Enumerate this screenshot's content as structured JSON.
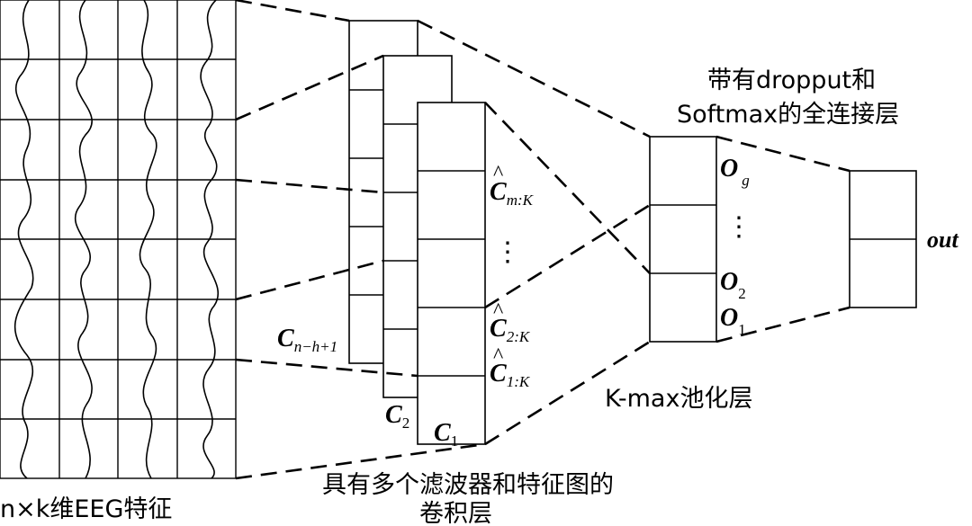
{
  "labels": {
    "input_label": "n×k维EEG特征",
    "conv_label_line1": "具有多个滤波器和特征图的",
    "conv_label_line2": "卷积层",
    "pool_label": "K-max池化层",
    "fc_label_line1": "带有dropput和",
    "fc_label_line2": "Softmax的全连接层",
    "out": "out",
    "c_n_main": "C",
    "c_n_sub": "n−h+1",
    "c2_main": "C",
    "c2_sub": "2",
    "c1_main": "C",
    "c1_sub": "1",
    "chat_main": "C",
    "chat_m_sub": "m:K",
    "chat_2_sub": "2:K",
    "chat_1_sub": "1:K",
    "hat": "^",
    "o_main": "O",
    "o_g_sub": "g",
    "o_2_sub": "2",
    "o_1_sub": "1",
    "vdots": "⋮"
  }
}
